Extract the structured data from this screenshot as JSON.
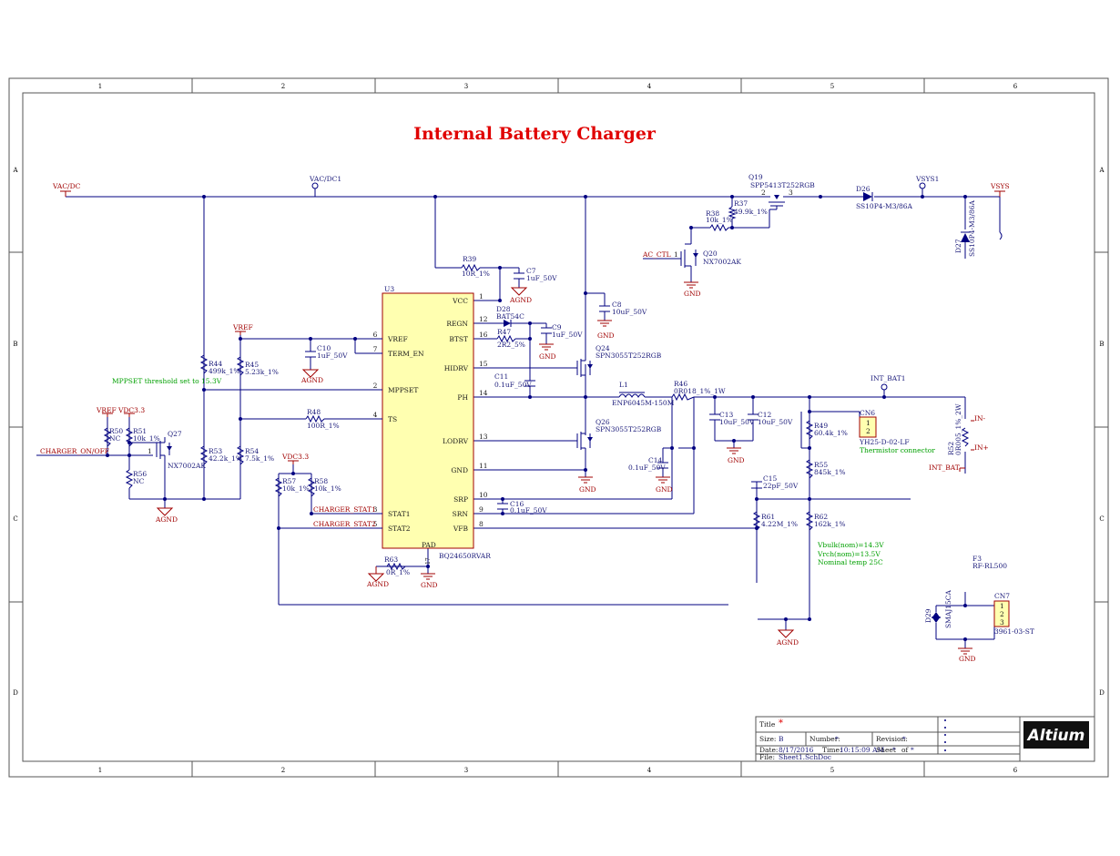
{
  "title": "Internal Battery Charger",
  "zones": {
    "columns": [
      "1",
      "2",
      "3",
      "4",
      "5",
      "6"
    ],
    "rows": [
      "A",
      "B",
      "C",
      "D"
    ]
  },
  "chip": {
    "ref": "U3",
    "part": "BQ24650RVAR",
    "pad_label": "PAD",
    "pad_number": "17",
    "left_pins": [
      {
        "num": "6",
        "name": "VREF"
      },
      {
        "num": "7",
        "name": "TERM_EN"
      },
      {
        "num": "2",
        "name": "MPPSET"
      },
      {
        "num": "4",
        "name": "TS"
      },
      {
        "num": "3",
        "name": "STAT1"
      },
      {
        "num": "5",
        "name": "STAT2"
      }
    ],
    "right_pins": [
      {
        "num": "1",
        "name": "VCC"
      },
      {
        "num": "12",
        "name": "REGN"
      },
      {
        "num": "16",
        "name": "BTST"
      },
      {
        "num": "15",
        "name": "HIDRV"
      },
      {
        "num": "14",
        "name": "PH"
      },
      {
        "num": "13",
        "name": "LODRV"
      },
      {
        "num": "11",
        "name": "GND"
      },
      {
        "num": "10",
        "name": "SRP"
      },
      {
        "num": "9",
        "name": "SRN"
      },
      {
        "num": "8",
        "name": "VFB"
      }
    ]
  },
  "nets": {
    "vac_dc_port": "VAC/DC",
    "vac_dc1": "VAC/DC1",
    "vsys1": "VSYS1",
    "vsys": "VSYS",
    "vref_a": "VREF",
    "vref_b": "VREF",
    "vdc33_a": "VDC3.3",
    "vdc33_b": "VDC3.3",
    "charger_onoff": "CHARGER_ON/OFF",
    "charger_stat1": "CHARGER_STAT1",
    "charger_stat2": "CHARGER_STAT2",
    "ac_ctl": "AC_CTL",
    "int_bat1": "INT_BAT1",
    "int_bat": "INT_BAT",
    "in_minus": "IN-",
    "in_plus": "IN+",
    "agnd": "AGND",
    "gnd": "GND"
  },
  "components": {
    "r39": {
      "ref": "R39",
      "value": "10R_1%"
    },
    "c7": {
      "ref": "C7",
      "value": "1uF_50V"
    },
    "d28": {
      "ref": "D28",
      "value": "BAT54C"
    },
    "c9": {
      "ref": "C9",
      "value": "1uF_50V"
    },
    "r47": {
      "ref": "R47",
      "value": "2R2_5%"
    },
    "c8": {
      "ref": "C8",
      "value": "10uF_50V"
    },
    "q24": {
      "ref": "Q24",
      "value": "SPN3055T252RGB"
    },
    "q26": {
      "ref": "Q26",
      "value": "SPN3055T252RGB"
    },
    "c11": {
      "ref": "C11",
      "value": "0.1uF_50V"
    },
    "l1": {
      "ref": "L1",
      "value": "ENP6045M-150M"
    },
    "r46": {
      "ref": "R46",
      "value": "0R018_1%_1W"
    },
    "c13": {
      "ref": "C13",
      "value": "10uF_50V"
    },
    "c12": {
      "ref": "C12",
      "value": "10uF_50V"
    },
    "c14": {
      "ref": "C14",
      "value": "0.1uF_50V"
    },
    "c16": {
      "ref": "C16",
      "value": "0.1uF_50V"
    },
    "c10": {
      "ref": "C10",
      "value": "1uF_50V"
    },
    "r44": {
      "ref": "R44",
      "value": "499k_1%"
    },
    "r45": {
      "ref": "R45",
      "value": "5.23k_1%"
    },
    "r48": {
      "ref": "R48",
      "value": "100R_1%"
    },
    "r50": {
      "ref": "R50",
      "value": "NC"
    },
    "r51": {
      "ref": "R51",
      "value": "10k_1%"
    },
    "r56": {
      "ref": "R56",
      "value": "NC"
    },
    "q27": {
      "ref": "Q27",
      "value": "NX7002AK"
    },
    "r53": {
      "ref": "R53",
      "value": "42.2k_1%"
    },
    "r54": {
      "ref": "R54",
      "value": "7.5k_1%"
    },
    "r57": {
      "ref": "R57",
      "value": "10k_1%"
    },
    "r58": {
      "ref": "R58",
      "value": "10k_1%"
    },
    "r63": {
      "ref": "R63",
      "value": "0R_1%"
    },
    "q19": {
      "ref": "Q19",
      "value": "SPP5413T252RGB"
    },
    "d26": {
      "ref": "D26",
      "value": "SS10P4-M3/86A"
    },
    "d27": {
      "ref": "D27",
      "value": "SS10P4-M3/86A"
    },
    "r37": {
      "ref": "R37",
      "value": "49.9k_1%"
    },
    "r38": {
      "ref": "R38",
      "value": "10k_1%"
    },
    "q20": {
      "ref": "Q20",
      "value": "NX7002AK"
    },
    "r49": {
      "ref": "R49",
      "value": "60.4k_1%"
    },
    "r55": {
      "ref": "R55",
      "value": "845k_1%"
    },
    "c15": {
      "ref": "C15",
      "value": "22pF_50V"
    },
    "r61": {
      "ref": "R61",
      "value": "4.22M_1%"
    },
    "r62": {
      "ref": "R62",
      "value": "162k_1%"
    },
    "cn6": {
      "ref": "CN6",
      "value": "YH25-D-02-LF",
      "pins": [
        "1",
        "2"
      ]
    },
    "r52": {
      "ref": "R52",
      "value": "0R005_1%_2W"
    },
    "f3": {
      "ref": "F3",
      "value": "RF-RL500"
    },
    "d29": {
      "ref": "D29",
      "value": "SMAJ15CA"
    },
    "cn7": {
      "ref": "CN7",
      "value": "3961-03-ST",
      "pins": [
        "1",
        "2",
        "3"
      ]
    }
  },
  "notes": {
    "mppset": "MPPSET threshold set to 15.3V",
    "thermistor": "Thermistor connector",
    "vbulk": "Vbulk(nom)=14.3V",
    "vrch": "Vrch(nom)=13.5V",
    "nominal_temp": "Nominal temp 25C"
  },
  "title_block": {
    "title_label": "Title",
    "title_value": "*",
    "size_label": "Size:",
    "size_value": "B",
    "number_label": "Number:",
    "number_value": "*",
    "revision_label": "Revision:",
    "revision_value": "*",
    "date_label": "Date:",
    "date_value": "8/17/2016",
    "time_label": "Time:",
    "time_value": "10:15:09 AM",
    "sheet_label": "Sheet",
    "sheet_value": "*",
    "of_label": "of",
    "of_value": "*",
    "file_label": "File:",
    "file_value": "Sheet1.SchDoc",
    "logo": "Altium"
  }
}
